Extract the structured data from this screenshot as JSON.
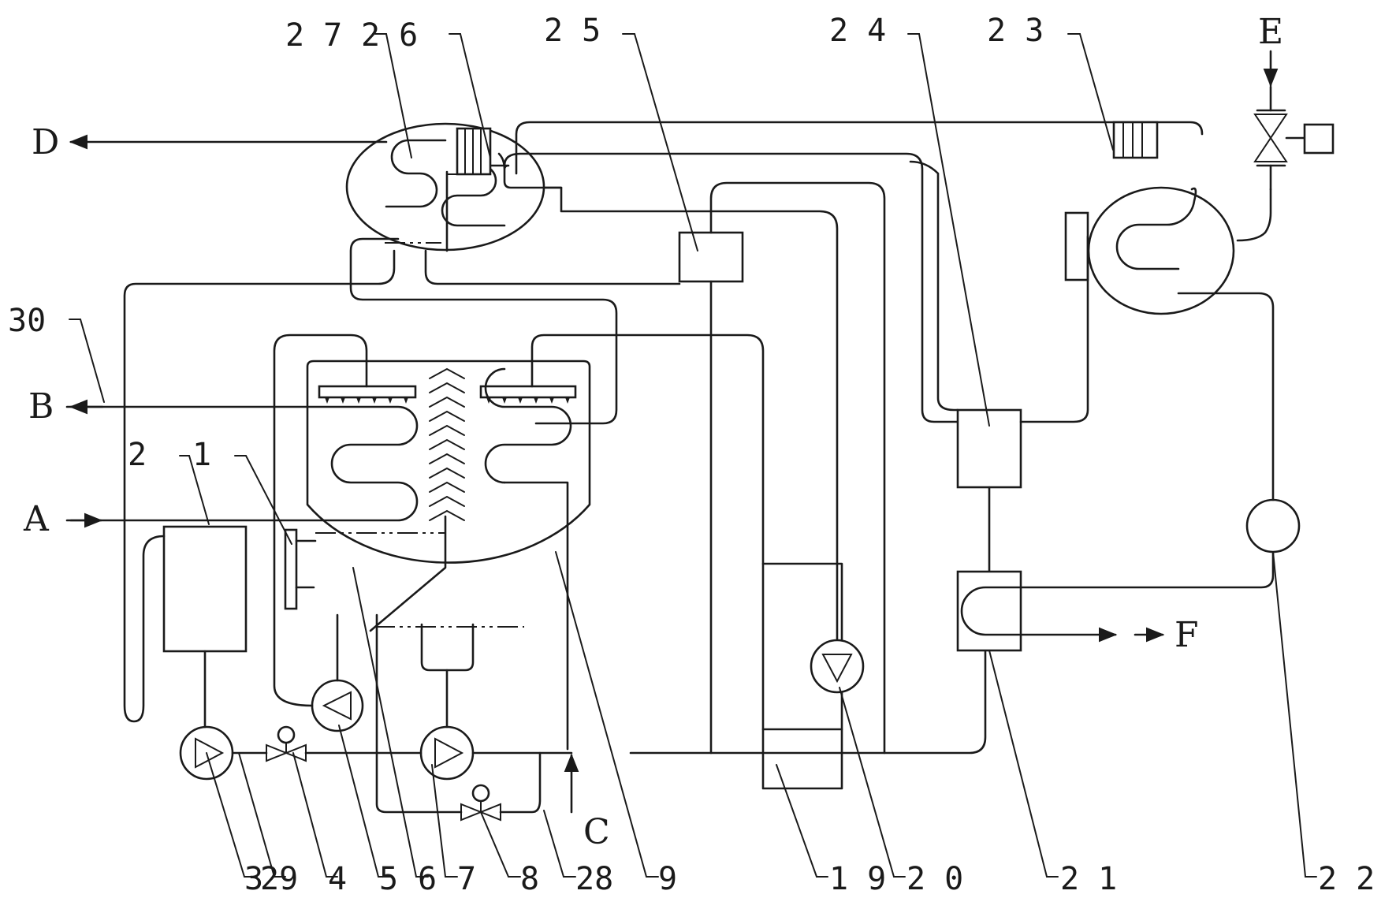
{
  "stream_labels": {
    "A": "A",
    "B": "B",
    "C": "C",
    "D": "D",
    "E": "E",
    "F": "F"
  },
  "callouts": {
    "n1": "1",
    "n2": "2",
    "n3": "3",
    "n4": "4",
    "n5": "5",
    "n6": "6",
    "n7": "7",
    "n8": "8",
    "n9": "9",
    "n19": "1 9",
    "n20": "2 0",
    "n21": "2 1",
    "n22": "2 2",
    "n23": "2 3",
    "n24": "2 4",
    "n25": "2 5",
    "n26": "2 6",
    "n27": "2 7",
    "n28": "28",
    "n29": "29",
    "n30": "30"
  }
}
